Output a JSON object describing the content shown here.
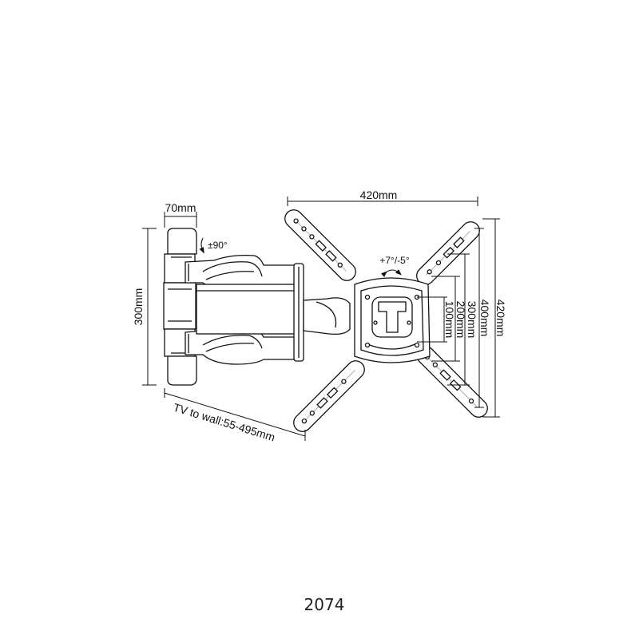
{
  "diagram": {
    "model": "2074",
    "dimensions": {
      "wall_plate_width": "70mm",
      "wall_plate_height": "300mm",
      "swivel": "±90°",
      "tv_to_wall": "TV to wall:55-495mm",
      "mount_width": "420mm",
      "mount_height": "420mm",
      "tilt": "+7°/-5°",
      "vesa_400": "400mm",
      "vesa_300": "300mm",
      "vesa_200": "200mm",
      "vesa_100": "100mm"
    }
  },
  "colors": {
    "line": "#111111",
    "fill": "#ffffff",
    "shade": "#cfcfcf"
  }
}
